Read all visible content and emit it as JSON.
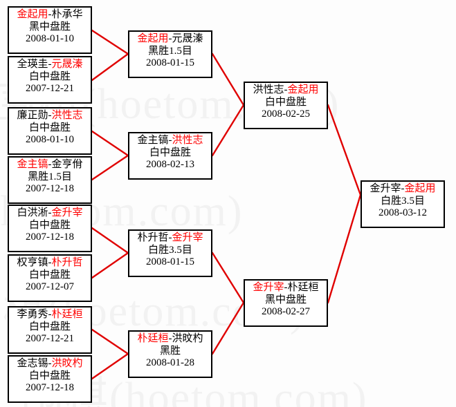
{
  "watermark": {
    "text": "围棋(hoetom.com)",
    "color": "#f2f2f2",
    "rows": [
      "围棋(hoetom.com)",
      "围棋(hoetom.com)",
      "围棋(hoetom.com)",
      "围棋(hoetom.com)"
    ]
  },
  "colors": {
    "winner": "#ff0000",
    "loser": "#000000",
    "connector": "#e00000",
    "border": "#000000",
    "background": "#fdfdfd"
  },
  "rounds": [
    {
      "name": "round-1",
      "matches": [
        {
          "left": "金起用",
          "left_win": true,
          "right": "朴承华",
          "right_win": false,
          "result": "黑中盘胜",
          "date": "2008-01-10"
        },
        {
          "left": "全瑛圭",
          "left_win": false,
          "right": "元晟溱",
          "right_win": true,
          "result": "白中盘胜",
          "date": "2007-12-21"
        },
        {
          "left": "廉正勋",
          "left_win": false,
          "right": "洪性志",
          "right_win": true,
          "result": "白中盘胜",
          "date": "2008-01-10"
        },
        {
          "left": "金主镐",
          "left_win": true,
          "right": "金亨佾",
          "right_win": false,
          "result": "黑胜1.5目",
          "date": "2007-12-18"
        },
        {
          "left": "白洪淅",
          "left_win": false,
          "right": "金升宰",
          "right_win": true,
          "result": "白中盘胜",
          "date": "2007-12-18"
        },
        {
          "left": "权亨镇",
          "left_win": false,
          "right": "朴升哲",
          "right_win": true,
          "result": "白中盘胜",
          "date": "2007-12-07"
        },
        {
          "left": "李勇秀",
          "left_win": false,
          "right": "朴廷桓",
          "right_win": true,
          "result": "白中盘胜",
          "date": "2007-12-21"
        },
        {
          "left": "金志锡",
          "left_win": false,
          "right": "洪旼杓",
          "right_win": true,
          "result": "白中盘胜",
          "date": "2007-12-18"
        }
      ]
    },
    {
      "name": "round-2",
      "matches": [
        {
          "left": "金起用",
          "left_win": true,
          "right": "元晟溱",
          "right_win": false,
          "result": "黑胜1.5目",
          "date": "2008-01-15"
        },
        {
          "left": "金主镐",
          "left_win": false,
          "right": "洪性志",
          "right_win": true,
          "result": "白中盘胜",
          "date": "2008-02-13"
        },
        {
          "left": "朴升哲",
          "left_win": false,
          "right": "金升宰",
          "right_win": true,
          "result": "白胜3.5目",
          "date": "2008-01-15"
        },
        {
          "left": "朴廷桓",
          "left_win": true,
          "right": "洪旼杓",
          "right_win": false,
          "result": "黑胜",
          "date": "2008-01-28"
        }
      ]
    },
    {
      "name": "semifinal",
      "matches": [
        {
          "left": "洪性志",
          "left_win": false,
          "right": "金起用",
          "right_win": true,
          "result": "白中盘胜",
          "date": "2008-02-25"
        },
        {
          "left": "金升宰",
          "left_win": true,
          "right": "朴廷桓",
          "right_win": false,
          "result": "黑中盘胜",
          "date": "2008-02-27"
        }
      ]
    },
    {
      "name": "final",
      "matches": [
        {
          "left": "金升宰",
          "left_win": false,
          "right": "金起用",
          "right_win": true,
          "result": "白胜3.5目",
          "date": "2008-03-12"
        }
      ]
    }
  ]
}
